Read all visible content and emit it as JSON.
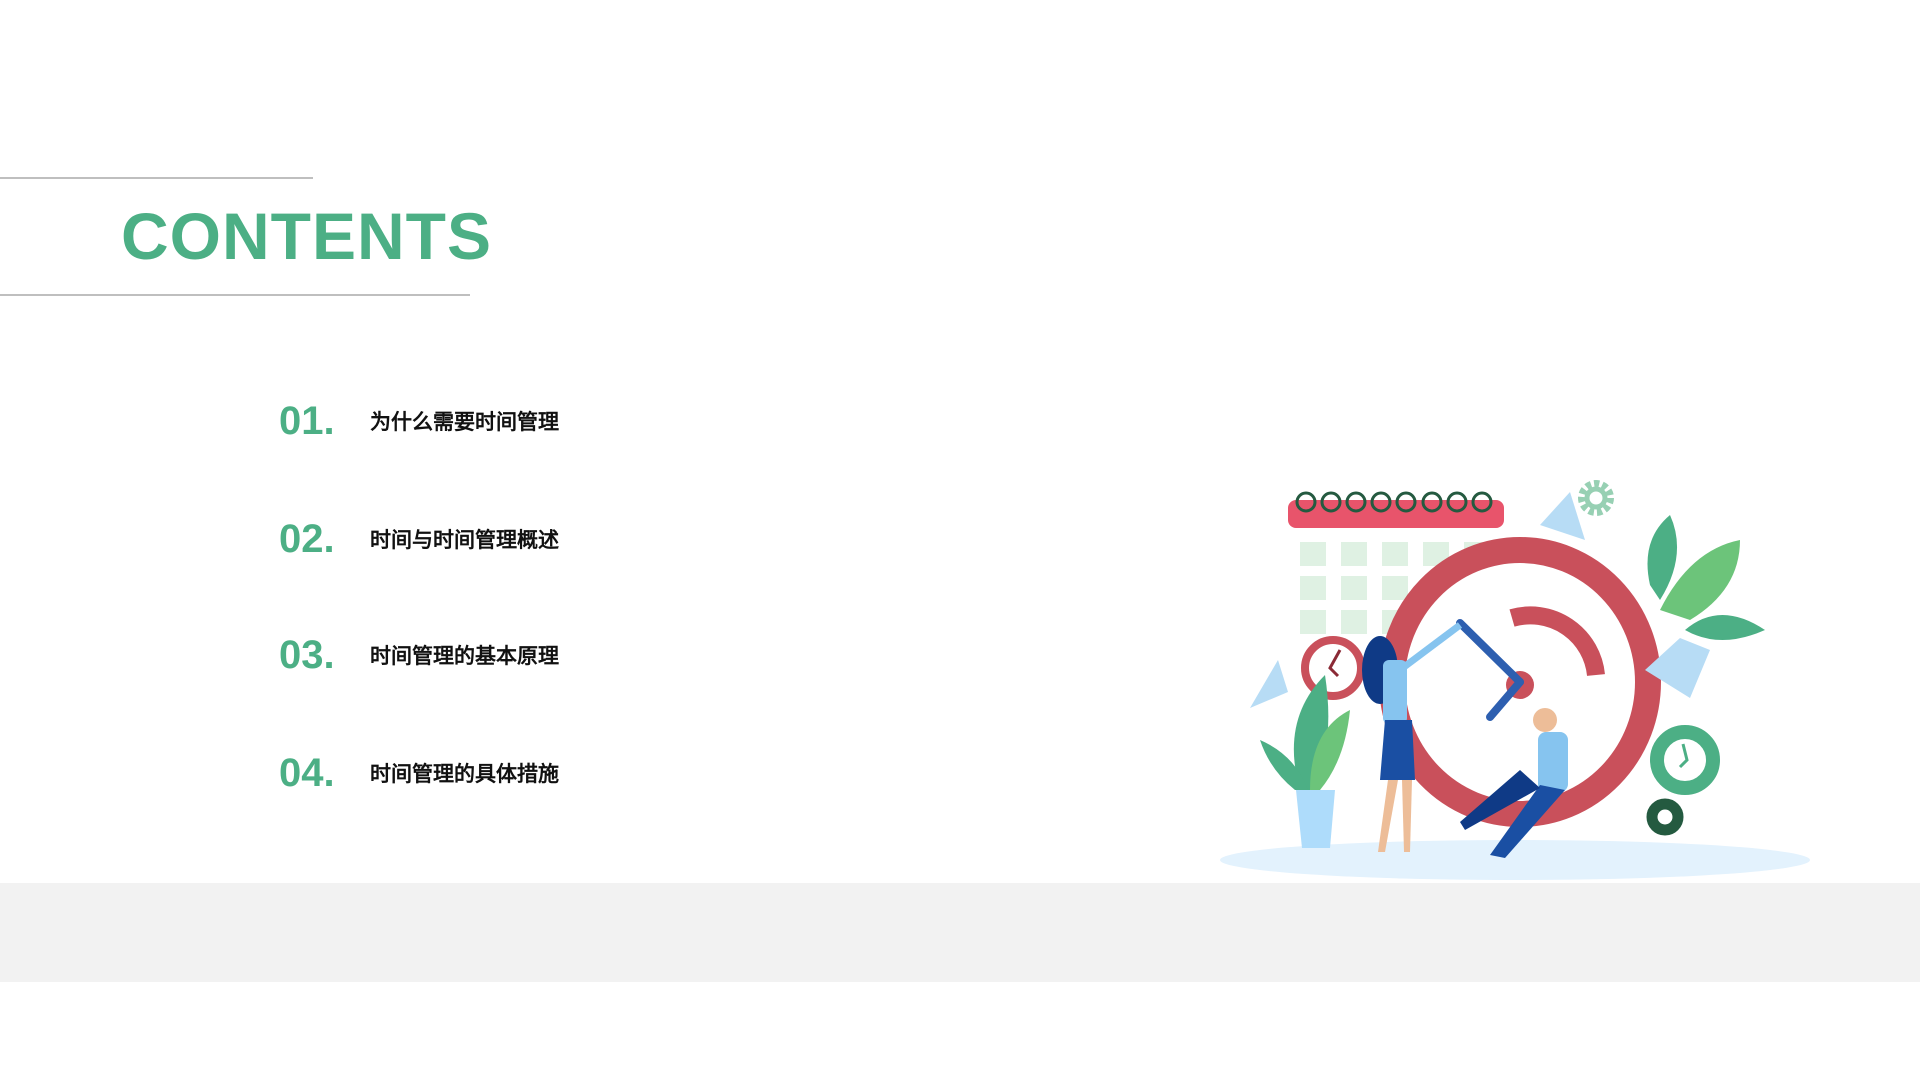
{
  "title": "CONTENTS",
  "items": [
    {
      "number": "01.",
      "label": "为什么需要时间管理"
    },
    {
      "number": "02.",
      "label": "时间与时间管理概述"
    },
    {
      "number": "03.",
      "label": "时间管理的基本原理"
    },
    {
      "number": "04.",
      "label": "时间管理的具体措施"
    }
  ],
  "colors": {
    "accent": "#4caf85",
    "band": "#f2f2f2",
    "clock": "#c9505b",
    "calendar": "#e8546b"
  }
}
